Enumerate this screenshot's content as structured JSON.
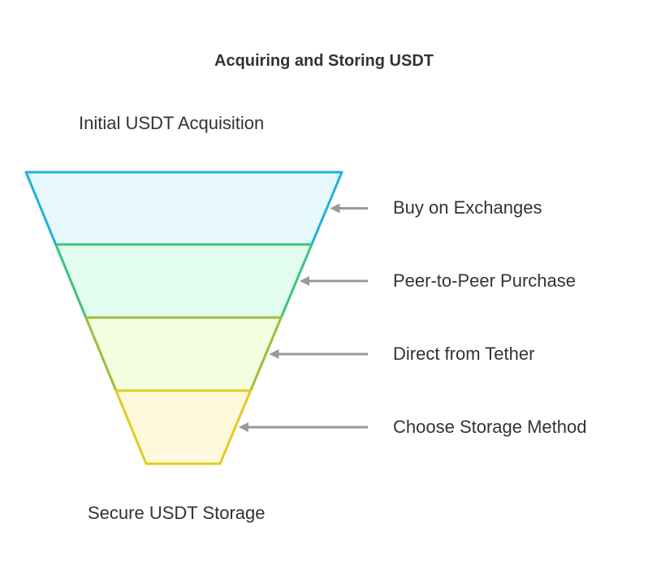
{
  "title": "Acquiring and Storing USDT",
  "top_label": "Initial USDT Acquisition",
  "bottom_label": "Secure USDT Storage",
  "stages": [
    {
      "label": "Buy on Exchanges",
      "stroke": "#22b0dc",
      "fill": "#e6f8fd"
    },
    {
      "label": "Peer-to-Peer Purchase",
      "stroke": "#3cc47c",
      "fill": "#e2fdef"
    },
    {
      "label": "Direct from Tether",
      "stroke": "#9bbf3a",
      "fill": "#f3fde0"
    },
    {
      "label": "Choose Storage Method",
      "stroke": "#e2cc1e",
      "fill": "#fef9dc"
    }
  ],
  "arrow_color": "#999999"
}
